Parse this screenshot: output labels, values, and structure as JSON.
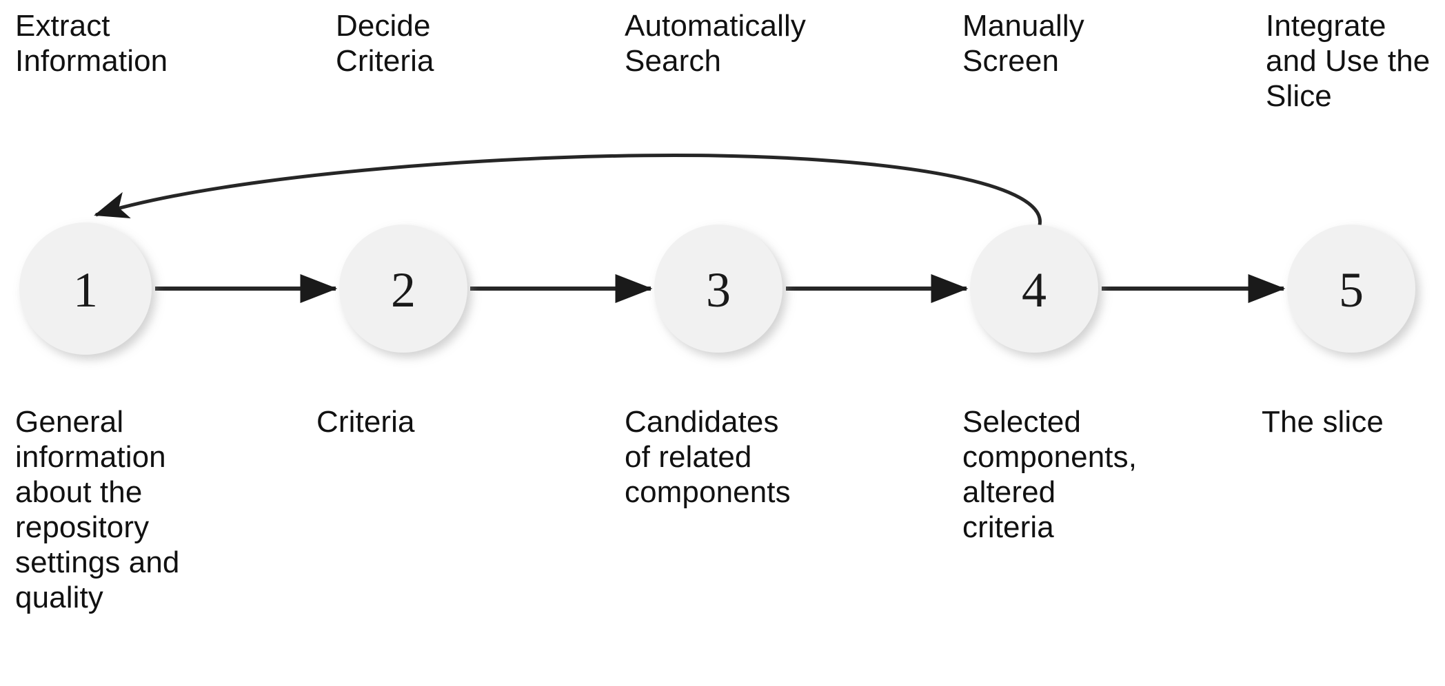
{
  "diagram": {
    "title_caption": "",
    "background_color": "#ffffff",
    "node_fill_color": "#f1f1f1",
    "edge_color": "#262626",
    "text_color": "#111111",
    "steps": [
      {
        "number": "1",
        "action": "Extract\nInformation",
        "output": "General\ninformation\nabout the\nrepository\nsettings and\nquality"
      },
      {
        "number": "2",
        "action": "Decide\nCriteria",
        "output": "Criteria"
      },
      {
        "number": "3",
        "action": "Automatically\nSearch",
        "output": "Candidates\nof related\ncomponents"
      },
      {
        "number": "4",
        "action": "Manually\nScreen",
        "output": "Selected\ncomponents,\naltered\ncriteria"
      },
      {
        "number": "5",
        "action": "Integrate\nand Use the\nSlice",
        "output": "The slice"
      }
    ],
    "edges": [
      {
        "from": "1",
        "to": "2",
        "kind": "forward-arrow"
      },
      {
        "from": "2",
        "to": "3",
        "kind": "forward-arrow"
      },
      {
        "from": "3",
        "to": "4",
        "kind": "forward-arrow"
      },
      {
        "from": "4",
        "to": "5",
        "kind": "forward-arrow"
      },
      {
        "from": "4",
        "to": "1",
        "kind": "feedback-curved-arrow"
      }
    ]
  }
}
